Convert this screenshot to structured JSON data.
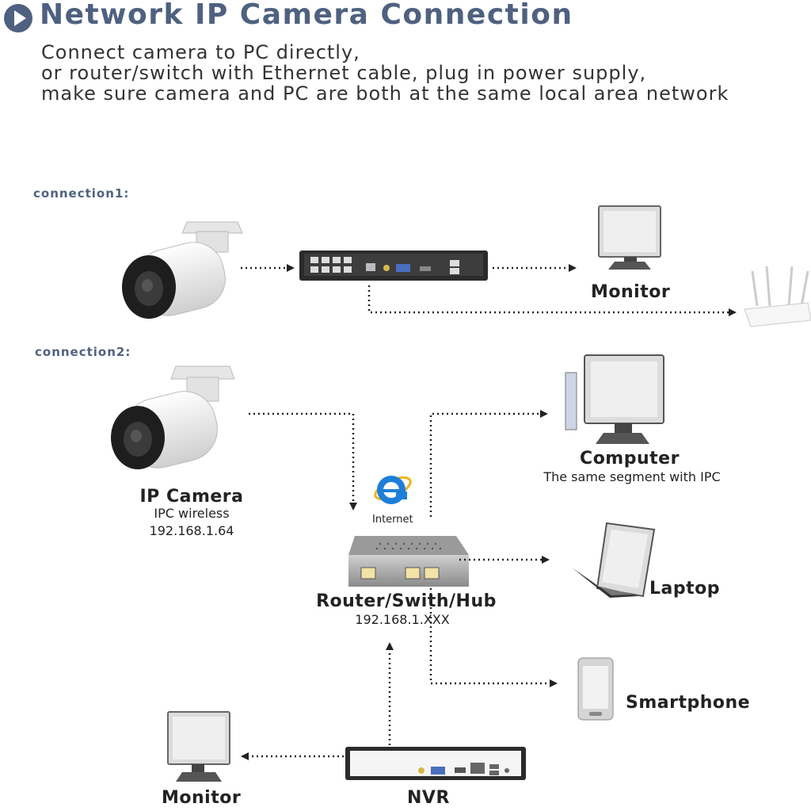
{
  "header": {
    "title": "Network IP Camera Connection",
    "subtitle_lines": [
      "Connect camera to PC directly,",
      "or router/switch with Ethernet cable, plug in power supply,",
      "make sure camera and PC are both at the same local area network"
    ]
  },
  "connection1": {
    "label": "connection1:",
    "monitor_label": "Monitor"
  },
  "connection2": {
    "label": "connection2:",
    "camera": {
      "title": "IP Camera",
      "line1": "IPC wireless",
      "line2": "192.168.1.64"
    },
    "internet_label": "Internet",
    "router": {
      "title": "Router/Swith/Hub",
      "ip": "192.168.1.XXX"
    },
    "computer": {
      "title": "Computer",
      "sub": "The same segment with IPC"
    },
    "laptop_label": "Laptop",
    "smartphone_label": "Smartphone",
    "monitor_label": "Monitor",
    "nvr_label": "NVR"
  },
  "colors": {
    "title": "#4f6180",
    "connector": "#222222",
    "camera_body": "#f2f2f2",
    "device_dark": "#2b2b2b",
    "ie_blue": "#1e7fd8"
  }
}
